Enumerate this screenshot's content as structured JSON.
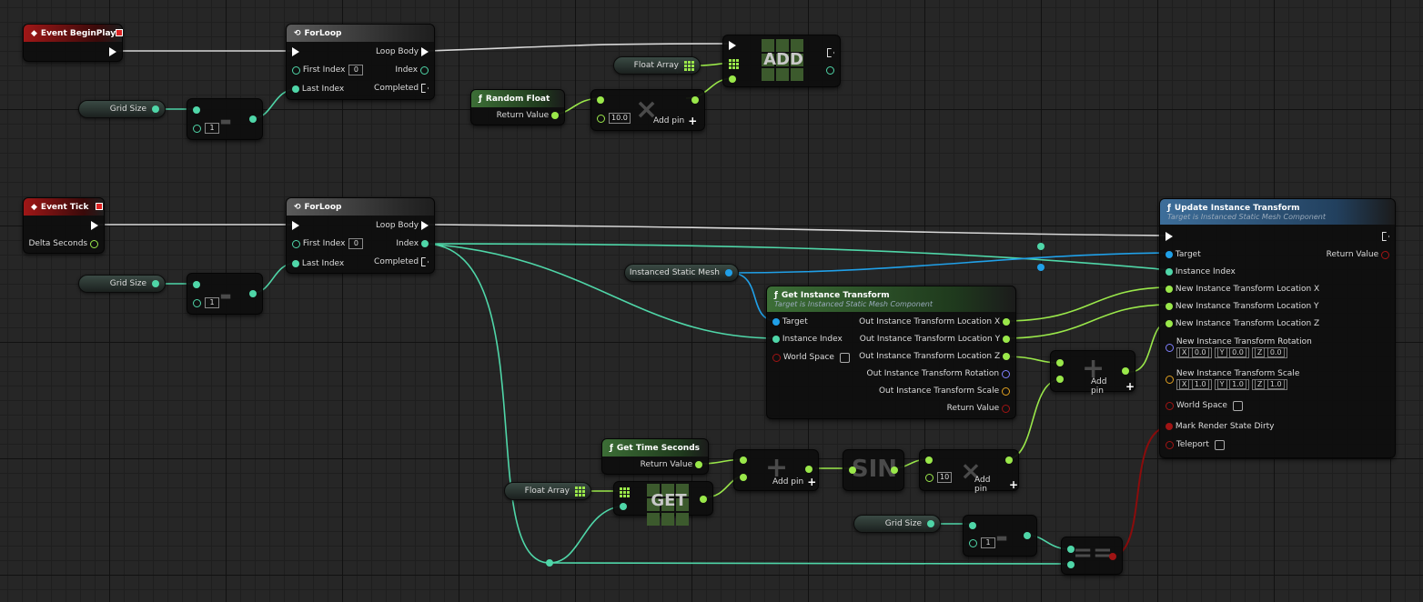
{
  "begin_play": {
    "title": "Event BeginPlay"
  },
  "forloop1": {
    "title": "ForLoop",
    "loop_body": "Loop Body",
    "first_index": "First Index",
    "first_value": "0",
    "index": "Index",
    "last_index": "Last Index",
    "completed": "Completed"
  },
  "grid_size": "Grid Size",
  "minus_value": "1",
  "float_array": "Float Array",
  "add_label": "ADD",
  "random_float": {
    "title": "Random Float",
    "return": "Return Value"
  },
  "mult1": {
    "value": "10.0",
    "add_pin": "Add pin"
  },
  "event_tick": {
    "title": "Event Tick",
    "delta": "Delta Seconds"
  },
  "forloop2": {
    "title": "ForLoop",
    "loop_body": "Loop Body",
    "first_index": "First Index",
    "first_value": "0",
    "index": "Index",
    "last_index": "Last Index",
    "completed": "Completed"
  },
  "ism": "Instanced Static Mesh",
  "get_transform": {
    "title": "Get Instance Transform",
    "subtitle": "Target is Instanced Static Mesh Component",
    "target": "Target",
    "instance_index": "Instance Index",
    "world_space": "World Space",
    "out_x": "Out Instance Transform Location X",
    "out_y": "Out Instance Transform Location Y",
    "out_z": "Out Instance Transform Location Z",
    "out_rot": "Out Instance Transform Rotation",
    "out_scale": "Out Instance Transform Scale",
    "return": "Return Value"
  },
  "update_transform": {
    "title": "Update Instance Transform",
    "subtitle": "Target is Instanced Static Mesh Component",
    "target": "Target",
    "return": "Return Value",
    "instance_index": "Instance Index",
    "loc_x": "New Instance Transform Location X",
    "loc_y": "New Instance Transform Location Y",
    "loc_z": "New Instance Transform Location Z",
    "rotation": "New Instance Transform Rotation",
    "rot_x_lbl": "X",
    "rot_x": "0.0",
    "rot_y_lbl": "Y",
    "rot_y": "0.0",
    "rot_z_lbl": "Z",
    "rot_z": "0.0",
    "scale": "New Instance Transform Scale",
    "sc_x_lbl": "X",
    "sc_x": "1.0",
    "sc_y_lbl": "Y",
    "sc_y": "1.0",
    "sc_z_lbl": "Z",
    "sc_z": "1.0",
    "world_space": "World Space",
    "mark_dirty": "Mark Render State Dirty",
    "teleport": "Teleport"
  },
  "add_node": {
    "add_pin": "Add pin"
  },
  "get_time": {
    "title": "Get Time Seconds",
    "return": "Return Value"
  },
  "plus2": {
    "add_pin": "Add pin"
  },
  "sin_label": "SIN",
  "mult2": {
    "value": "10",
    "add_pin": "Add pin"
  },
  "get_label": "GET",
  "eq_label": "=="
}
